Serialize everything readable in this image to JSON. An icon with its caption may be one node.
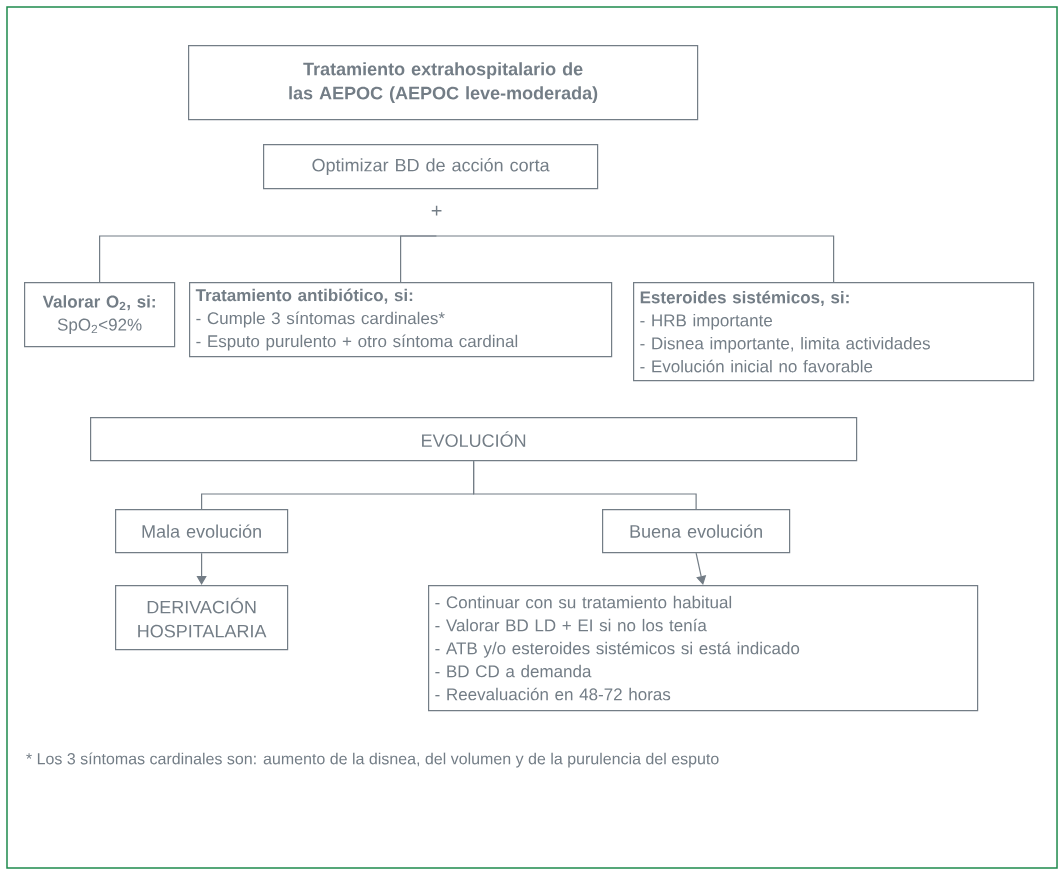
{
  "diagram": {
    "nodes": [
      {
        "text": [
          "Tratamiento extrahospitalario de las AEPOC (AEPOC leve-moderada)"
        ]
      },
      {
        "text": [
          "Optimizar BD de acción corta"
        ]
      },
      {
        "text": [
          "+"
        ]
      },
      {
        "text": [
          "Valorar O$_{2}$, si:",
          "SpO$_{2}$<92%"
        ]
      },
      {
        "text": [
          "Tratamiento antibiótico, si:",
          "- Cumple 3 síntomas cardinales*",
          "- Esputo purulento + otro síntoma cardinal"
        ]
      },
      {
        "text": [
          "Esteroides sistémicos, si:",
          "- HRB importante",
          "- Disnea importante, limita actividades",
          "- Evolución inicial no favorable"
        ]
      },
      {
        "text": [
          "EVOLUCIÓN"
        ]
      },
      {
        "text": [
          "Mala evolución"
        ]
      },
      {
        "text": [
          "Buena evolución"
        ]
      },
      {
        "text": [
          "DERIVACIÓN HOSPITALARIA"
        ]
      },
      {
        "text": [
          "- Continuar con su tratamiento habitual",
          "- Valorar BD LD + EI si no los tenía",
          "- ATB y/o esteroides sistémicos si está indicado",
          "- BD CD a demanda",
          "- Reevaluación en 48-72 horas"
        ]
      }
    ],
    "edges": [
      {
        "from": 2,
        "to": 3,
        "arrow": "none"
      },
      {
        "from": 2,
        "to": 4,
        "arrow": "none"
      },
      {
        "from": 2,
        "to": 5,
        "arrow": "none"
      },
      {
        "from": 6,
        "to": 7,
        "arrow": "none"
      },
      {
        "from": 6,
        "to": 8,
        "arrow": "none"
      },
      {
        "from": 7,
        "to": 9,
        "arrow": "to"
      },
      {
        "from": 8,
        "to": 10,
        "arrow": "to"
      }
    ],
    "labels": [
      "* Los 3 síntomas cardinales son: aumento de la disnea, del volumen y de la purulencia del esputo"
    ]
  }
}
